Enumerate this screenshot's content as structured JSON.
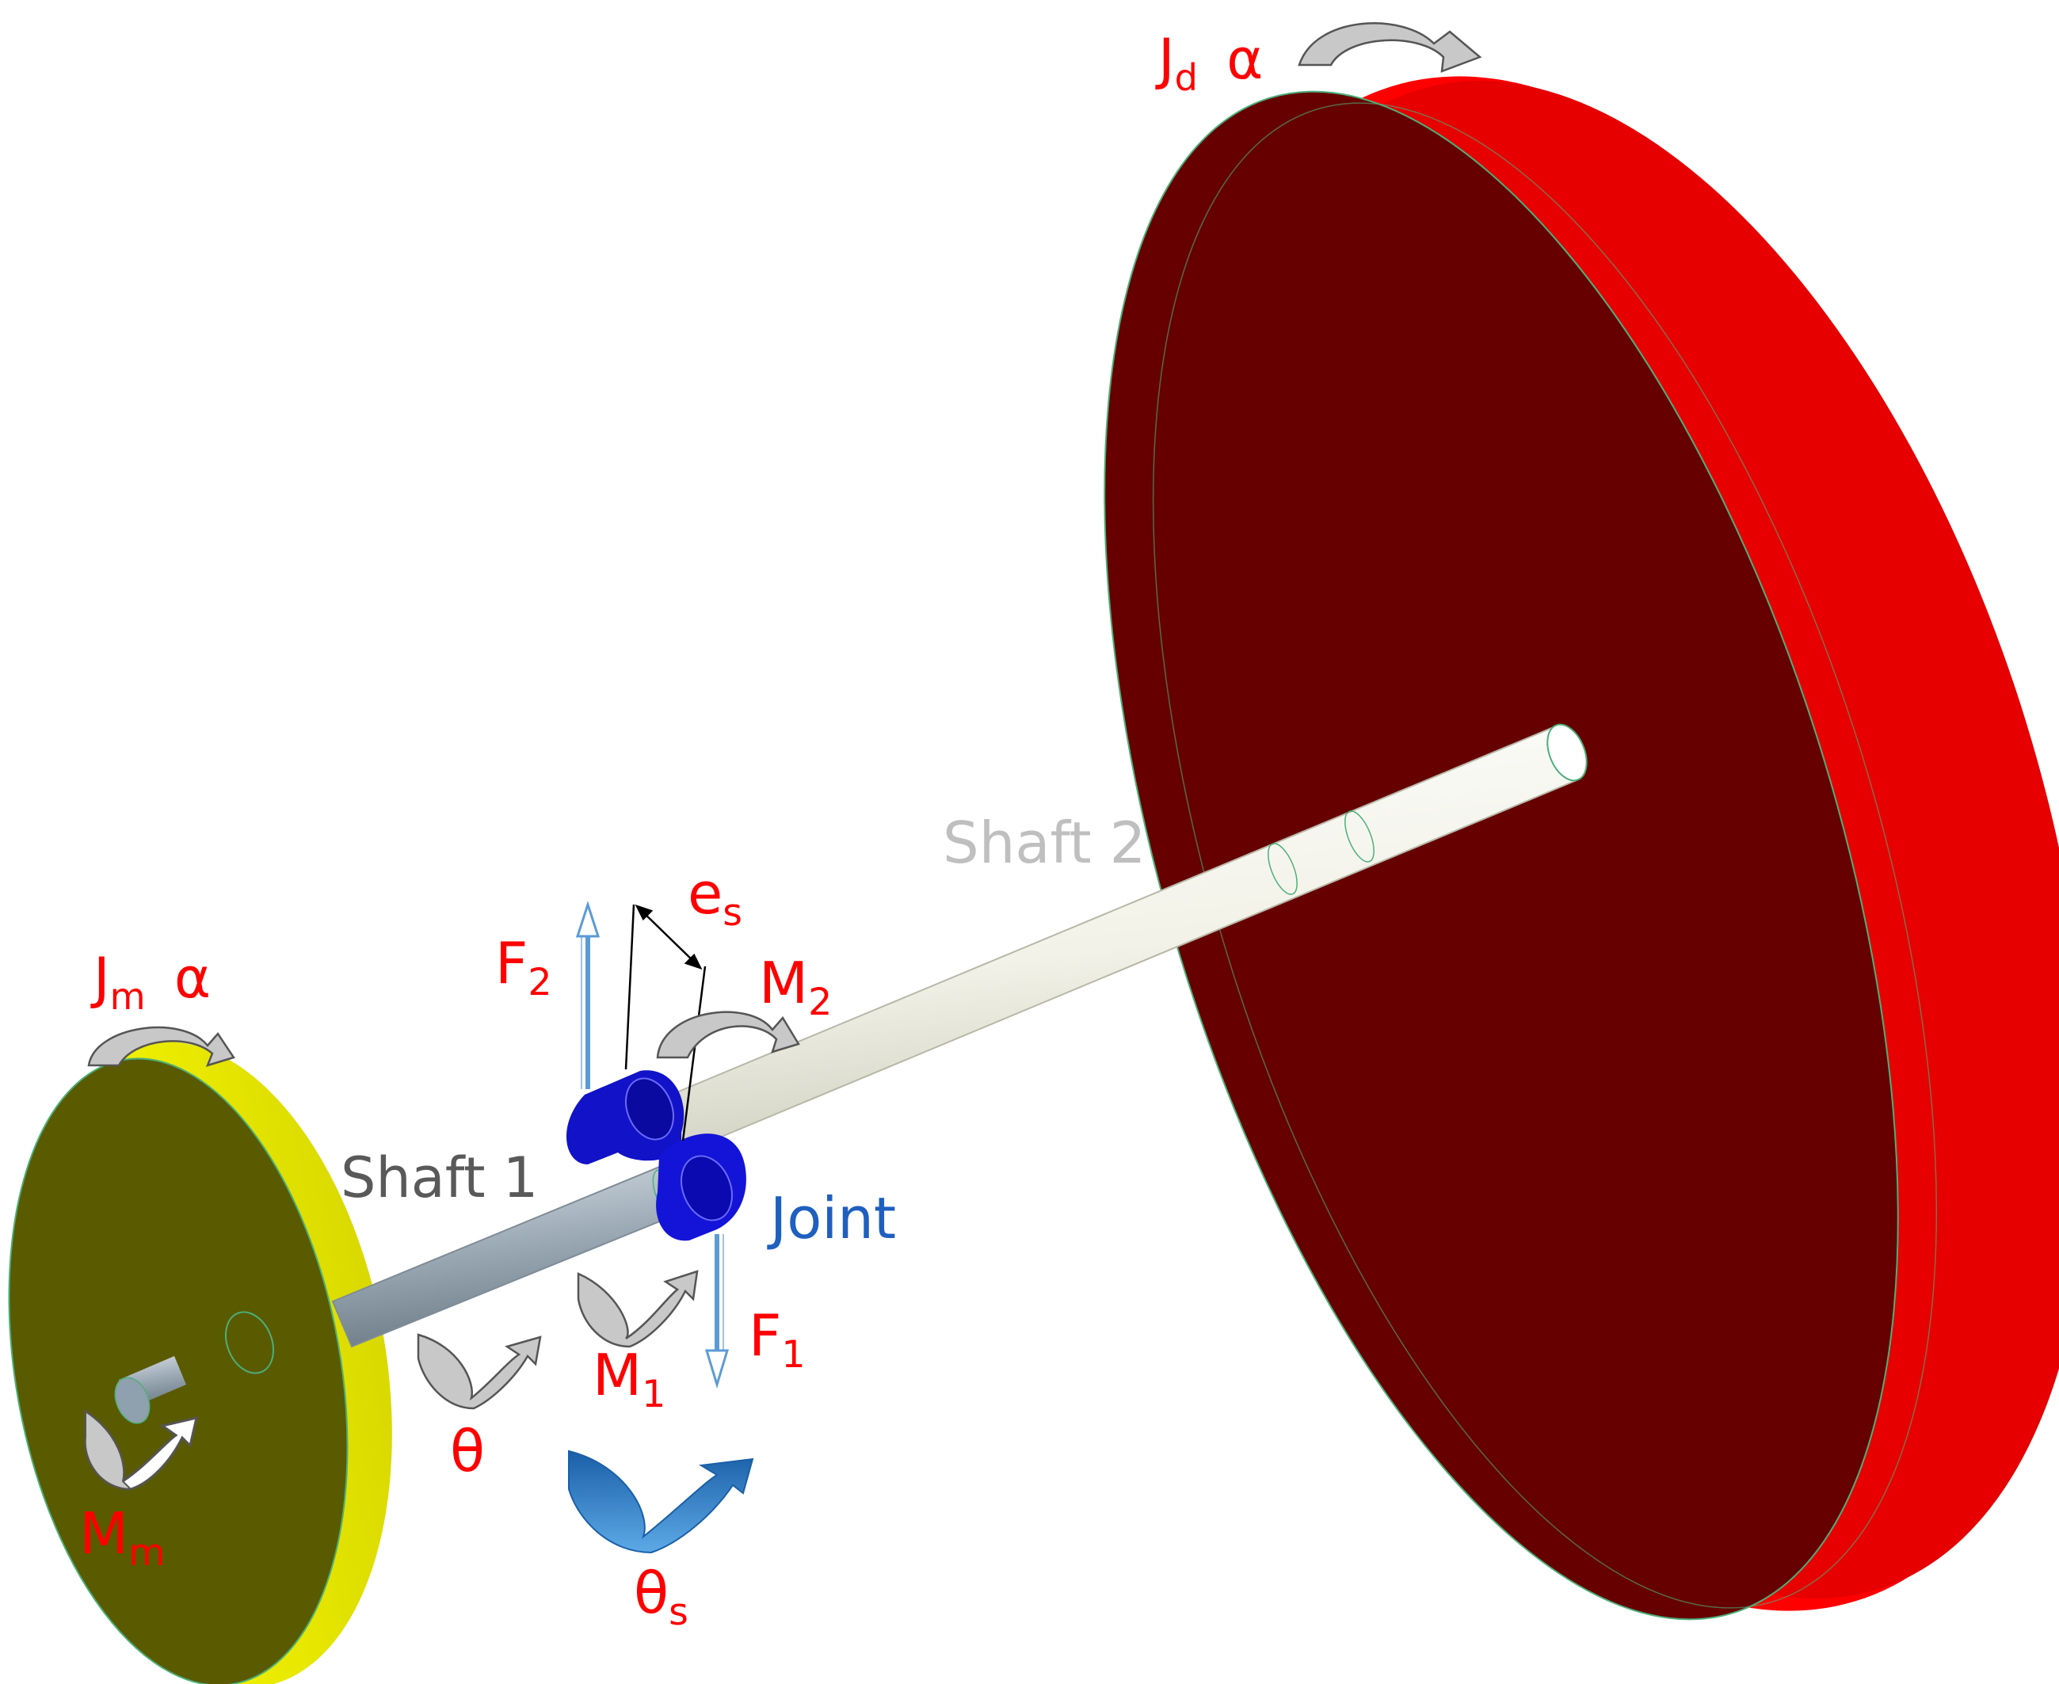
{
  "labels": {
    "jd_main": "J",
    "jd_sub": "d",
    "jd_alpha": "α",
    "jm_main": "J",
    "jm_sub": "m",
    "jm_alpha": "α",
    "mm_main": "M",
    "mm_sub": "m",
    "shaft1": "Shaft 1",
    "shaft2": "Shaft 2",
    "joint": "Joint",
    "theta": "θ",
    "theta_s_main": "θ",
    "theta_s_sub": "s",
    "f1_main": "F",
    "f1_sub": "1",
    "f2_main": "F",
    "f2_sub": "2",
    "m1_main": "M",
    "m1_sub": "1",
    "m2_main": "M",
    "m2_sub": "2",
    "es_main": "e",
    "es_sub": "s"
  },
  "colors": {
    "label_red": "#ff0000",
    "shaft1_text": "#595959",
    "shaft2_text": "#bfbfbf",
    "joint_text": "#1f5fbf",
    "large_disk_face": "#660000",
    "large_disk_rim": "#ff0000",
    "small_disk_face": "#5a5a00",
    "small_disk_rim": "#ffff00",
    "shaft1": "#9aa8b4",
    "shaft2": "#f2f2e8",
    "joint": "#1010c8",
    "torque_arrow": "#c8c8c8",
    "theta_s_arrow": "#2e7bc4",
    "force_arrow": "#5b9bd5"
  }
}
